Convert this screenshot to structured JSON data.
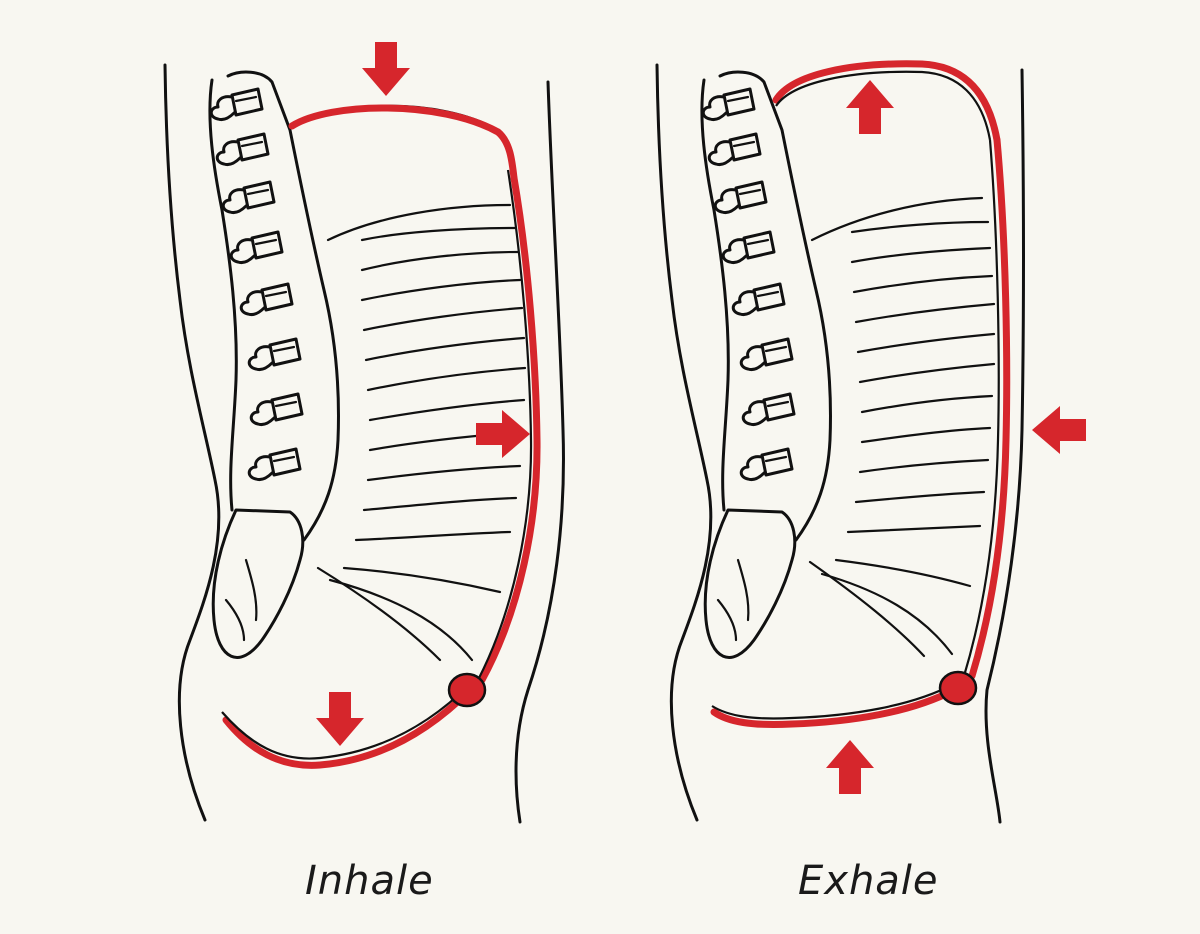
{
  "labels": {
    "inhale": "Inhale",
    "exhale": "Exhale"
  },
  "colors": {
    "background": "#f8f7f1",
    "ink": "#111111",
    "accent_red": "#d6262c"
  },
  "arrows": {
    "inhale": [
      "down",
      "right",
      "down"
    ],
    "exhale": [
      "up",
      "left",
      "up"
    ]
  }
}
